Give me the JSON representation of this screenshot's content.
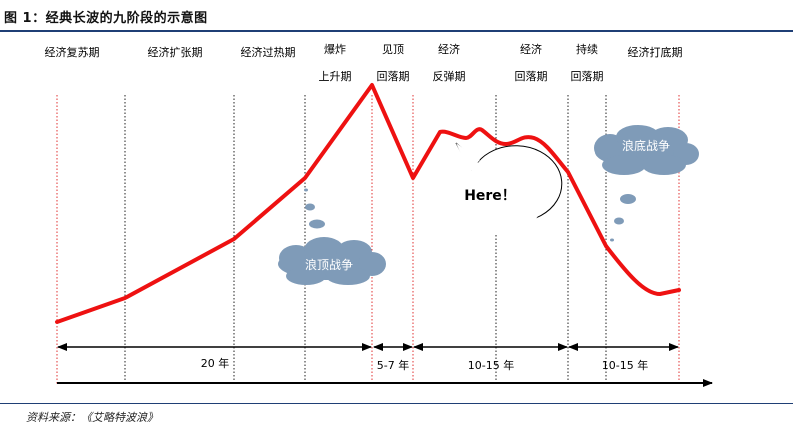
{
  "figure": {
    "title": "图 1：经典长波的九阶段的示意图",
    "source": "资料来源：《艾略特波浪》"
  },
  "phases": [
    {
      "lines": [
        "经济复苏期"
      ]
    },
    {
      "lines": [
        "经济扩张期"
      ]
    },
    {
      "lines": [
        "经济过热期"
      ]
    },
    {
      "lines": [
        "爆炸",
        "上升期"
      ]
    },
    {
      "lines": [
        "见顶",
        "回落期"
      ]
    },
    {
      "lines": [
        "经济",
        "反弹期"
      ]
    },
    {
      "lines": [
        "经济",
        "回落期"
      ]
    },
    {
      "lines": [
        "持续",
        "回落期"
      ]
    },
    {
      "lines": [
        "经济打底期"
      ]
    }
  ],
  "durations": [
    {
      "label": "20 年"
    },
    {
      "label": "5-7 年"
    },
    {
      "label": "10-15 年"
    },
    {
      "label": "10-15 年"
    }
  ],
  "thought_bubbles": [
    {
      "label": "浪顶战争"
    },
    {
      "label": "浪底战争"
    }
  ],
  "speech_bubble": {
    "label": "Here！"
  },
  "colors": {
    "curve": "#ee1111",
    "red_divider": "#e03030",
    "black_divider": "#222222",
    "cloud": "#7f9bb8",
    "rule": "#1f3f75"
  }
}
